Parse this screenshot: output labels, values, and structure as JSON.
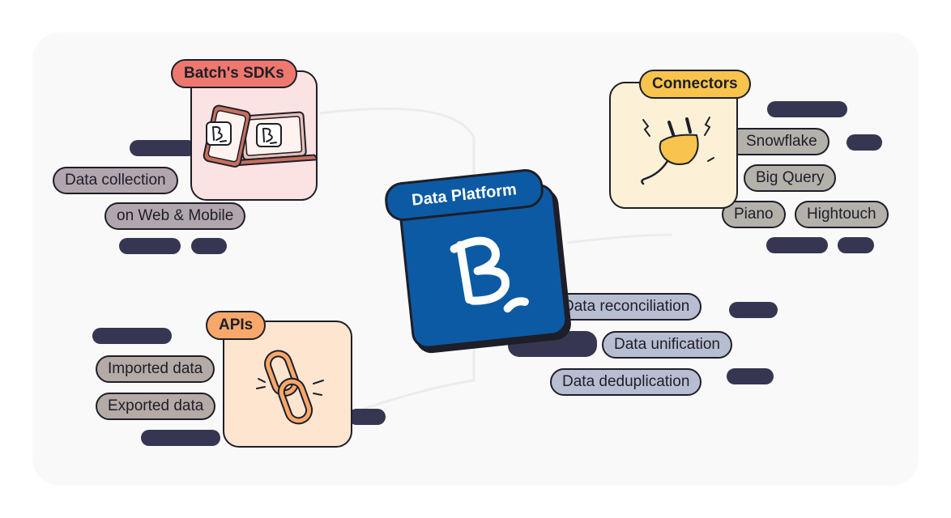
{
  "center": {
    "title": "Data Platform",
    "logo_icon": "batch-logo-icon"
  },
  "sdks": {
    "title": "Batch's SDKs",
    "icon": "devices-icon",
    "items": [
      "Data collection",
      "on Web & Mobile"
    ]
  },
  "connectors": {
    "title": "Connectors",
    "icon": "plug-icon",
    "items": [
      "Snowflake",
      "Big Query",
      "Piano",
      "Hightouch"
    ]
  },
  "apis": {
    "title": "APIs",
    "icon": "chain-link-icon",
    "items": [
      "Imported data",
      "Exported data"
    ]
  },
  "processing": {
    "items": [
      "Data reconciliation",
      "Data unification",
      "Data deduplication"
    ]
  },
  "colors": {
    "brand_blue": "#0c5aa4",
    "sdk_tag": "#ee786e",
    "sdk_card": "#fce3e3",
    "connector_tag": "#f8c44e",
    "connector_card": "#fcf1d6",
    "api_tag": "#f7a86a",
    "api_card": "#fde5d0",
    "placeholder_bar": "#363652"
  }
}
